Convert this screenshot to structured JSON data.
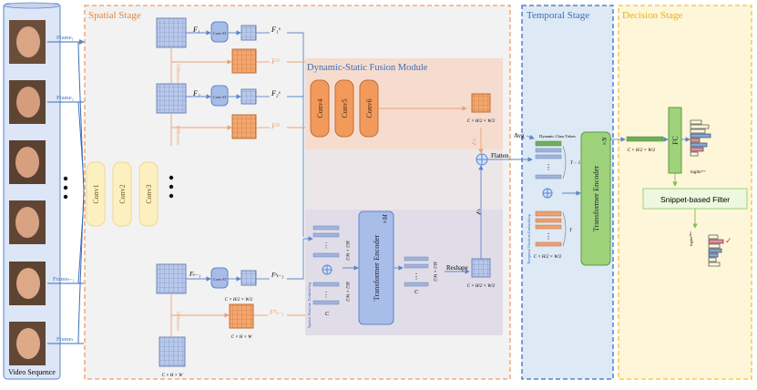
{
  "stages": {
    "spatial": "Spatial Stage",
    "temporal": "Temporal Stage",
    "decision": "Decision Stage"
  },
  "video": {
    "caption": "Video Sequence",
    "frames": [
      "Frame₁",
      "Frame₂",
      "Frameₜ₋₁",
      "Frameₜ"
    ],
    "dots": "• • •"
  },
  "convs": [
    "Conv1",
    "Conv2",
    "Conv3",
    "Conv4",
    "Conv5",
    "Conv6"
  ],
  "convd": "Conv-D",
  "diff_label": "Difference",
  "fusion_title": "Dynamic-Static Fusion Module",
  "features": {
    "f1": "F₁",
    "f2": "F₂",
    "ft": "Fₜ₋₁",
    "fs1": "F₁ˢ",
    "fs2": "F₂ˢ",
    "fst": "Fˢₜ₋₁",
    "fd1": "Fᴰ",
    "fd2": "Fᴰ",
    "fdt": "Fᴰₜ₋₁",
    "fdyn": "Fᴰ",
    "fstat": "Fˢ"
  },
  "dims": {
    "chw": "C × H × W",
    "c_half": "C × H/2 × W/2",
    "hw4": "H/2 × W/2",
    "c": "C"
  },
  "transformer": {
    "spatial": "Transformer Encoder",
    "spatial_n": "×M",
    "temporal": "Transformer Encoder",
    "temporal_n": "×N"
  },
  "ops": {
    "reshape": "Reshape",
    "flatten": "Flatten",
    "avg": "Avg",
    "dyn_token": "Dynamic Class Token",
    "spatial_pe": "Spatial Position Embedding",
    "temporal_pe": "Temporal Position Embedding",
    "t_minus_1": "T − 1",
    "t": "T"
  },
  "decision": {
    "fc": "FC",
    "logits_raw": "logitsʳᵃʷ",
    "filter": "Snippet-based Filter",
    "logits_final": "logitsᶠⁱⁿᵃˡ",
    "check": "✓"
  }
}
